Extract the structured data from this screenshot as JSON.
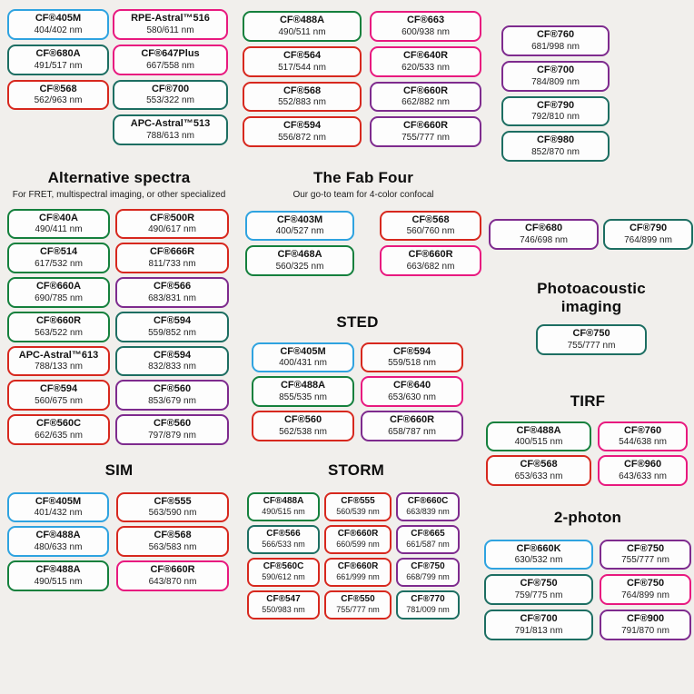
{
  "palette": {
    "blue": "#2fa3e0",
    "green": "#15803d",
    "teal": "#1d6e62",
    "red": "#d7281e",
    "pink": "#e8197f",
    "purple": "#7e2b8e"
  },
  "sections": {
    "top_a": {
      "pills": [
        {
          "name": "CF®405M",
          "values": "404/402 nm",
          "color": "blue"
        },
        {
          "name": "CF®680A",
          "values": "491/517 nm",
          "color": "teal"
        },
        {
          "name": "CF®568",
          "values": "562/963 nm",
          "color": "red"
        }
      ]
    },
    "top_b": {
      "pills": [
        {
          "name": "RPE-Astral™516",
          "values": "580/611 nm",
          "color": "pink"
        },
        {
          "name": "CF®647Plus",
          "values": "667/558 nm",
          "color": "pink"
        },
        {
          "name": "CF®700",
          "values": "553/322 nm",
          "color": "teal"
        },
        {
          "name": "APC-Astral™513",
          "values": "788/613 nm",
          "color": "teal"
        }
      ]
    },
    "top_c": {
      "pills": [
        {
          "name": "CF®488A",
          "values": "490/511 nm",
          "color": "green"
        },
        {
          "name": "CF®564",
          "values": "517/544 nm",
          "color": "red"
        },
        {
          "name": "CF®568",
          "values": "552/883 nm",
          "color": "red"
        },
        {
          "name": "CF®594",
          "values": "556/872 nm",
          "color": "red"
        }
      ]
    },
    "top_d": {
      "pills": [
        {
          "name": "CF®663",
          "values": "600/938 nm",
          "color": "pink"
        },
        {
          "name": "CF®640R",
          "values": "620/533 nm",
          "color": "pink"
        },
        {
          "name": "CF®660R",
          "values": "662/882 nm",
          "color": "purple"
        },
        {
          "name": "CF®660R",
          "values": "755/777 nm",
          "color": "purple"
        }
      ]
    },
    "top_e": {
      "pills": [
        {
          "name": "CF®760",
          "values": "681/998 nm",
          "color": "purple"
        },
        {
          "name": "CF®700",
          "values": "784/809 nm",
          "color": "purple"
        },
        {
          "name": "CF®790",
          "values": "792/810 nm",
          "color": "teal"
        },
        {
          "name": "CF®980",
          "values": "852/870 nm",
          "color": "teal"
        }
      ]
    },
    "alt": {
      "title": "Alternative spectra",
      "subtitle": "For FRET, multispectral imaging, or other specialized",
      "pills": [
        {
          "name": "CF®40A",
          "values": "490/411 nm",
          "color": "green"
        },
        {
          "name": "CF®500R",
          "values": "490/617 nm",
          "color": "red"
        },
        {
          "name": "CF®514",
          "values": "617/532 nm",
          "color": "green"
        },
        {
          "name": "CF®666R",
          "values": "811/733 nm",
          "color": "red"
        },
        {
          "name": "CF®660A",
          "values": "690/785 nm",
          "color": "green"
        },
        {
          "name": "CF®566",
          "values": "683/831 nm",
          "color": "purple"
        },
        {
          "name": "CF®660R",
          "values": "563/522 nm",
          "color": "green"
        },
        {
          "name": "CF®594",
          "values": "559/852 nm",
          "color": "teal"
        },
        {
          "name": "APC-Astral™613",
          "values": "788/133 nm",
          "color": "red"
        },
        {
          "name": "CF®594",
          "values": "832/833 nm",
          "color": "teal"
        },
        {
          "name": "CF®594",
          "values": "560/675 nm",
          "color": "red"
        },
        {
          "name": "CF®560",
          "values": "853/679 nm",
          "color": "purple"
        },
        {
          "name": "CF®560C",
          "values": "662/635 nm",
          "color": "red"
        },
        {
          "name": "CF®560",
          "values": "797/879 nm",
          "color": "purple"
        }
      ]
    },
    "fab": {
      "title": "The Fab Four",
      "subtitle": "Our go-to team for 4-color confocal",
      "pills": [
        {
          "name": "CF®403M",
          "values": "400/527 nm",
          "color": "blue"
        },
        {
          "name": "CF®568",
          "values": "560/760 nm",
          "color": "red"
        },
        {
          "name": "CF®468A",
          "values": "560/325 nm",
          "color": "green"
        },
        {
          "name": "CF®660R",
          "values": "663/682 nm",
          "color": "pink"
        }
      ]
    },
    "sted": {
      "title": "STED",
      "pills": [
        {
          "name": "CF®405M",
          "values": "400/431 nm",
          "color": "blue"
        },
        {
          "name": "CF®594",
          "values": "559/518 nm",
          "color": "red"
        },
        {
          "name": "CF®488A",
          "values": "855/535 nm",
          "color": "green"
        },
        {
          "name": "CF®640",
          "values": "653/630 nm",
          "color": "pink"
        },
        {
          "name": "CF®560",
          "values": "562/538 nm",
          "color": "red"
        },
        {
          "name": "CF®660R",
          "values": "658/787 nm",
          "color": "purple"
        }
      ]
    },
    "right_pair": {
      "pills": [
        {
          "name": "CF®680",
          "values": "746/698 nm",
          "color": "purple"
        },
        {
          "name": "CF®790",
          "values": "764/899 nm",
          "color": "teal"
        }
      ]
    },
    "photo": {
      "title": "Photoacoustic imaging",
      "pills": [
        {
          "name": "CF®750",
          "values": "755/777 nm",
          "color": "teal"
        }
      ]
    },
    "tirf": {
      "title": "TIRF",
      "pills": [
        {
          "name": "CF®488A",
          "values": "400/515 nm",
          "color": "green"
        },
        {
          "name": "CF®760",
          "values": "544/638 nm",
          "color": "pink"
        },
        {
          "name": "CF®568",
          "values": "653/633 nm",
          "color": "red"
        },
        {
          "name": "CF®960",
          "values": "643/633 nm",
          "color": "pink"
        }
      ]
    },
    "sim": {
      "title": "SIM",
      "pills": [
        {
          "name": "CF®405M",
          "values": "401/432 nm",
          "color": "blue"
        },
        {
          "name": "CF®555",
          "values": "563/590 nm",
          "color": "red"
        },
        {
          "name": "CF®488A",
          "values": "480/633 nm",
          "color": "blue"
        },
        {
          "name": "CF®568",
          "values": "563/583 nm",
          "color": "red"
        },
        {
          "name": "CF®488A",
          "values": "490/515 nm",
          "color": "green"
        },
        {
          "name": "CF®660R",
          "values": "643/870 nm",
          "color": "pink"
        }
      ]
    },
    "storm": {
      "title": "STORM",
      "pills": [
        {
          "name": "CF®488A",
          "values": "490/515 nm",
          "color": "green"
        },
        {
          "name": "CF®555",
          "values": "560/539 nm",
          "color": "red"
        },
        {
          "name": "CF®660C",
          "values": "663/839 nm",
          "color": "purple"
        },
        {
          "name": "CF®566",
          "values": "566/533 nm",
          "color": "teal"
        },
        {
          "name": "CF®660R",
          "values": "660/599 nm",
          "color": "red"
        },
        {
          "name": "CF®665",
          "values": "661/587 nm",
          "color": "purple"
        },
        {
          "name": "CF®560C",
          "values": "590/612 nm",
          "color": "red"
        },
        {
          "name": "CF®660R",
          "values": "661/999 nm",
          "color": "red"
        },
        {
          "name": "CF®750",
          "values": "668/799 nm",
          "color": "purple"
        },
        {
          "name": "CF®547",
          "values": "550/983 nm",
          "color": "red"
        },
        {
          "name": "CF®550",
          "values": "755/777 nm",
          "color": "red"
        },
        {
          "name": "CF®770",
          "values": "781/009 nm",
          "color": "teal"
        }
      ]
    },
    "two_photon": {
      "title": "2-photon",
      "pills": [
        {
          "name": "CF®660K",
          "values": "630/532 nm",
          "color": "blue"
        },
        {
          "name": "CF®750",
          "values": "755/777 nm",
          "color": "purple"
        },
        {
          "name": "CF®750",
          "values": "759/775 nm",
          "color": "teal"
        },
        {
          "name": "CF®750",
          "values": "764/899 nm",
          "color": "pink"
        },
        {
          "name": "CF®700",
          "values": "791/813 nm",
          "color": "teal"
        },
        {
          "name": "CF®900",
          "values": "791/870 nm",
          "color": "purple"
        }
      ]
    }
  }
}
